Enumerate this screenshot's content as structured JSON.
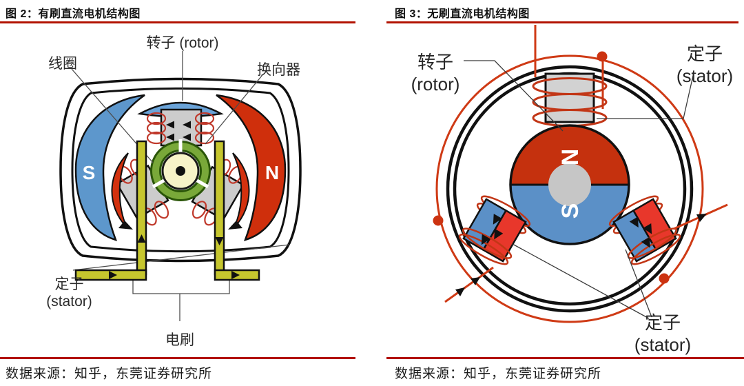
{
  "colors": {
    "rule_red": "#b21200",
    "wire_red": "#cf3a15",
    "magnet_red": "#cf2f0c",
    "magnet_blue": "#5d97cc",
    "rotor_red": "#c5310e",
    "rotor_blue": "#5b90c7",
    "brush_yellow": "#c6c62e",
    "commutator_green": "#79a839",
    "pole_gray": "#cccccc"
  },
  "panels": {
    "left": {
      "title": "图  2：有刷直流电机结构图",
      "source": "数据来源：知乎，东莞证券研究所",
      "labels": {
        "rotor": "转子 (rotor)",
        "coil": "线圈",
        "commutator": "换向器",
        "stator_cn": "定子",
        "stator_en": "(stator)",
        "brush": "电刷",
        "magnet_s": "S",
        "magnet_n": "N"
      }
    },
    "right": {
      "title": "图  3：无刷直流电机结构图",
      "source": "数据来源：知乎，东莞证券研究所",
      "labels": {
        "rotor_cn": "转子",
        "rotor_en": "(rotor)",
        "stator_top_cn": "定子",
        "stator_top_en": "(stator)",
        "stator_bottom_cn": "定子",
        "stator_bottom_en": "(stator)",
        "magnet_n": "N",
        "magnet_s": "S"
      }
    }
  }
}
